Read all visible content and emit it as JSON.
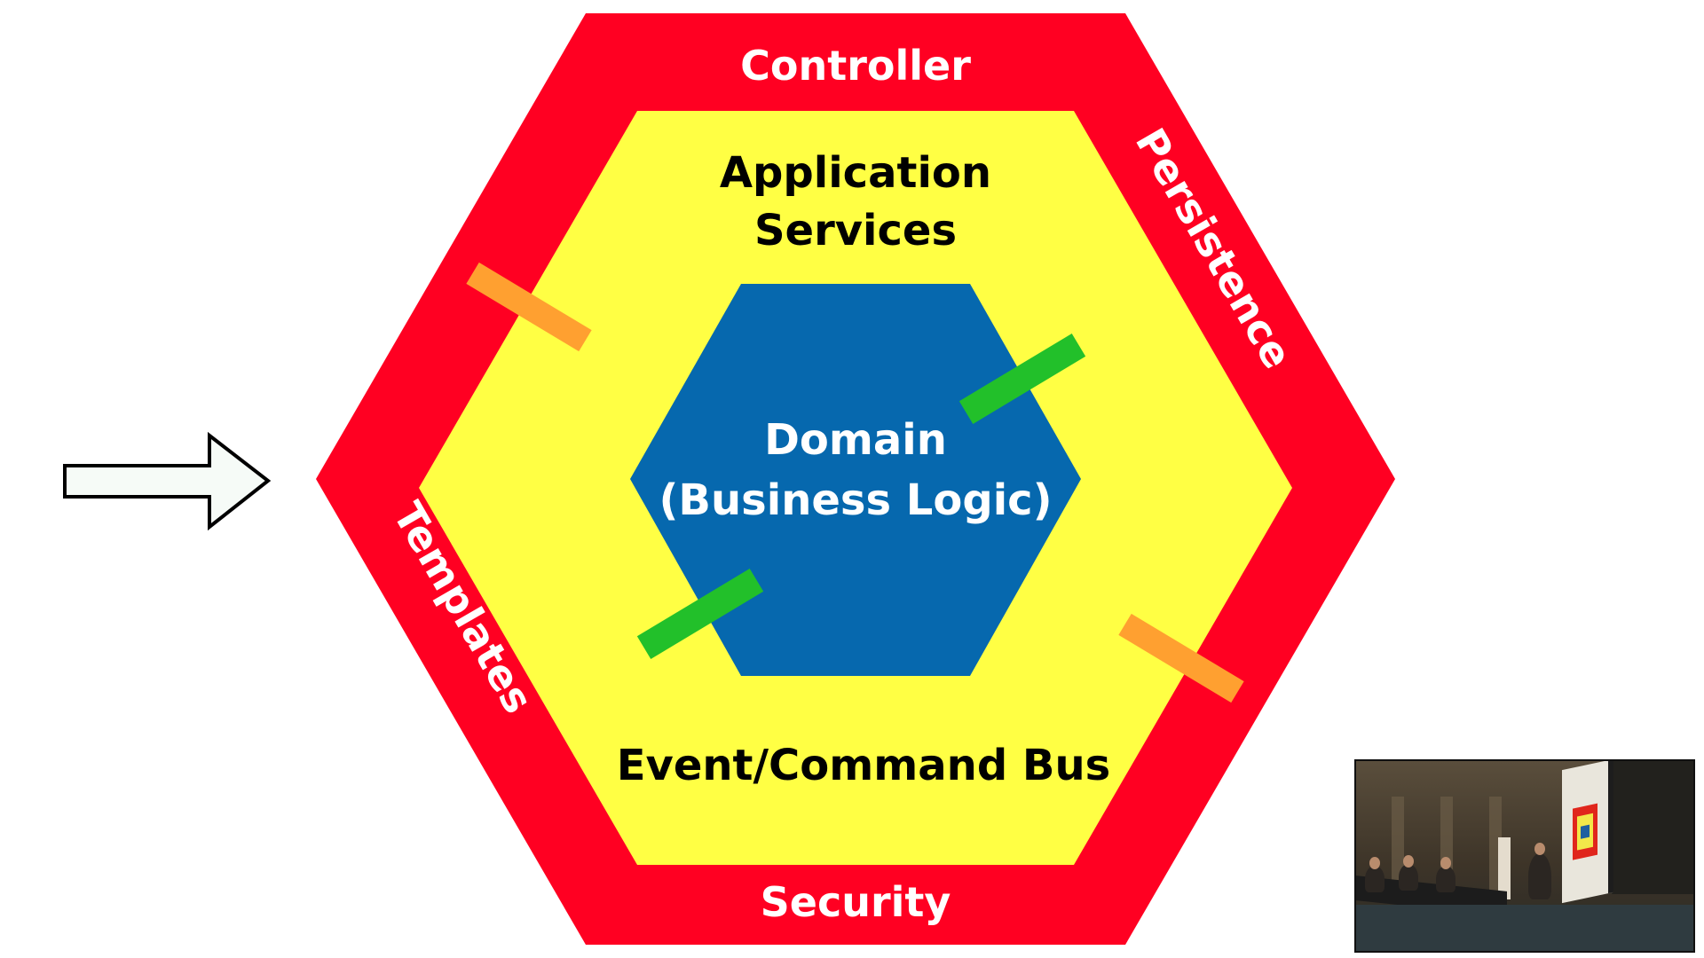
{
  "diagram": {
    "outer_ring": {
      "color": "#ff0022",
      "labels": {
        "top": "Controller",
        "upper_right": "Persistence",
        "lower_left": "Templates",
        "bottom": "Security"
      }
    },
    "middle_ring": {
      "color": "#ffff44",
      "labels": {
        "top_line1": "Application",
        "top_line2": "Services",
        "bottom": "Event/Command Bus"
      }
    },
    "core": {
      "color": "#0668ae",
      "label_line1": "Domain",
      "label_line2": "(Business Logic)"
    },
    "ports": {
      "outer_port_color": "#ffa030",
      "inner_port_color": "#22c02a"
    },
    "arrow": {
      "fill": "#f6fbf7",
      "stroke": "#000000"
    }
  },
  "webcam": {
    "description_icon": "video-thumbnail-icon"
  }
}
